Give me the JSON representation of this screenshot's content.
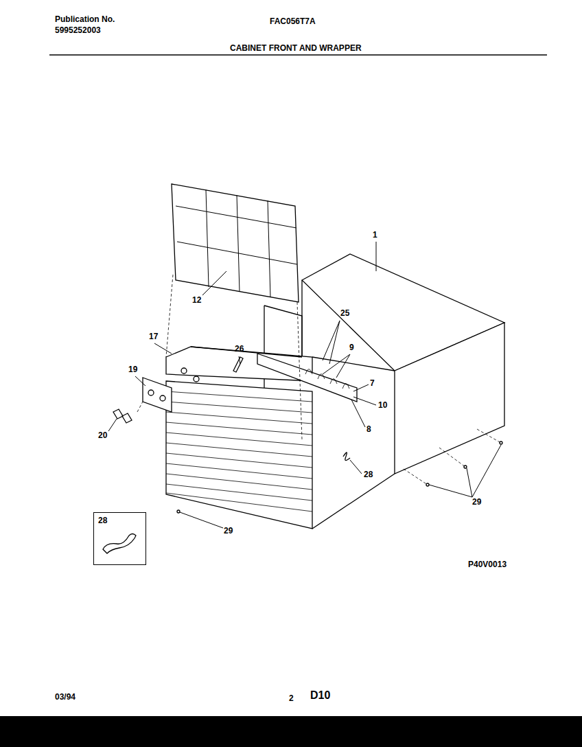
{
  "diagram": {
    "title": "CABINET FRONT AND WRAPPER",
    "nodes": [
      {
        "text": [
          "28"
        ]
      }
    ],
    "edges": [],
    "labels": [
      "Publication No.",
      "5995252003",
      "FAC056T7A",
      "1",
      "12",
      "17",
      "25",
      "26",
      "9",
      "19",
      "7",
      "10",
      "8",
      "20",
      "28",
      "29",
      "29",
      "P40V0013",
      "03/94",
      "2",
      "D10"
    ]
  }
}
